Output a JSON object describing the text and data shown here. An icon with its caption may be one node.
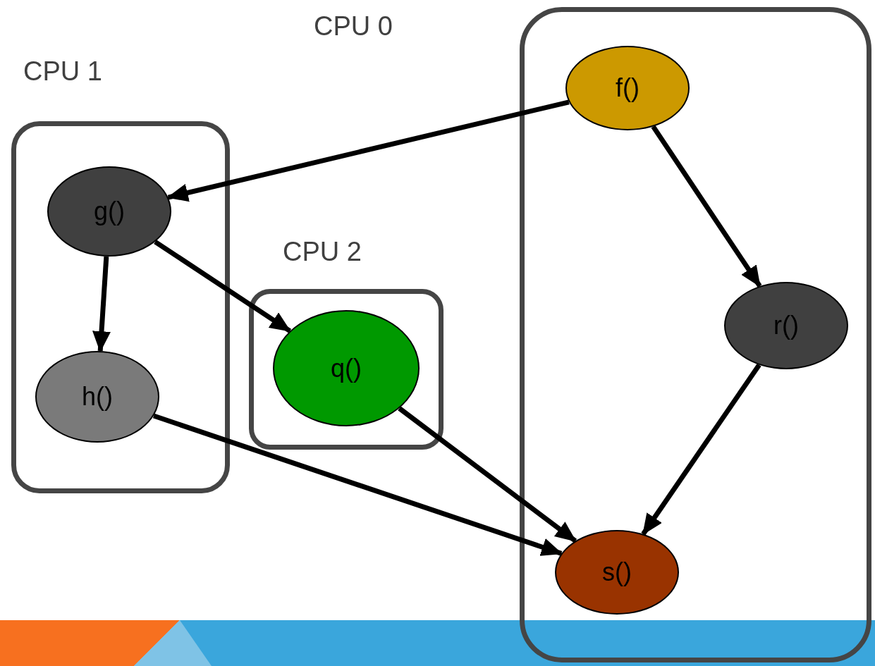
{
  "diagram": {
    "nodes": [
      {
        "text": [
          "CPU 0"
        ]
      },
      {
        "text": [
          "f()"
        ],
        "in": 0
      },
      {
        "text": [
          "CPU 1"
        ]
      },
      {
        "text": [
          "g()"
        ],
        "in": 2
      },
      {
        "text": [
          "h()"
        ],
        "in": 2
      },
      {
        "text": [
          "CPU 2"
        ]
      },
      {
        "text": [
          "q()"
        ],
        "in": 5
      },
      {
        "text": [
          "r()"
        ],
        "in": 0
      },
      {
        "text": [
          "s()"
        ],
        "in": 0
      }
    ],
    "edges": [
      {
        "from": 1,
        "to": 3,
        "arrow": "to"
      },
      {
        "from": 1,
        "to": 7,
        "arrow": "to"
      },
      {
        "from": 3,
        "to": 4,
        "arrow": "to"
      },
      {
        "from": 3,
        "to": 6,
        "arrow": "to"
      },
      {
        "from": 7,
        "to": 8,
        "arrow": "to"
      },
      {
        "from": 6,
        "to": 8,
        "arrow": "to"
      },
      {
        "from": 4,
        "to": 8,
        "arrow": "to"
      }
    ]
  }
}
